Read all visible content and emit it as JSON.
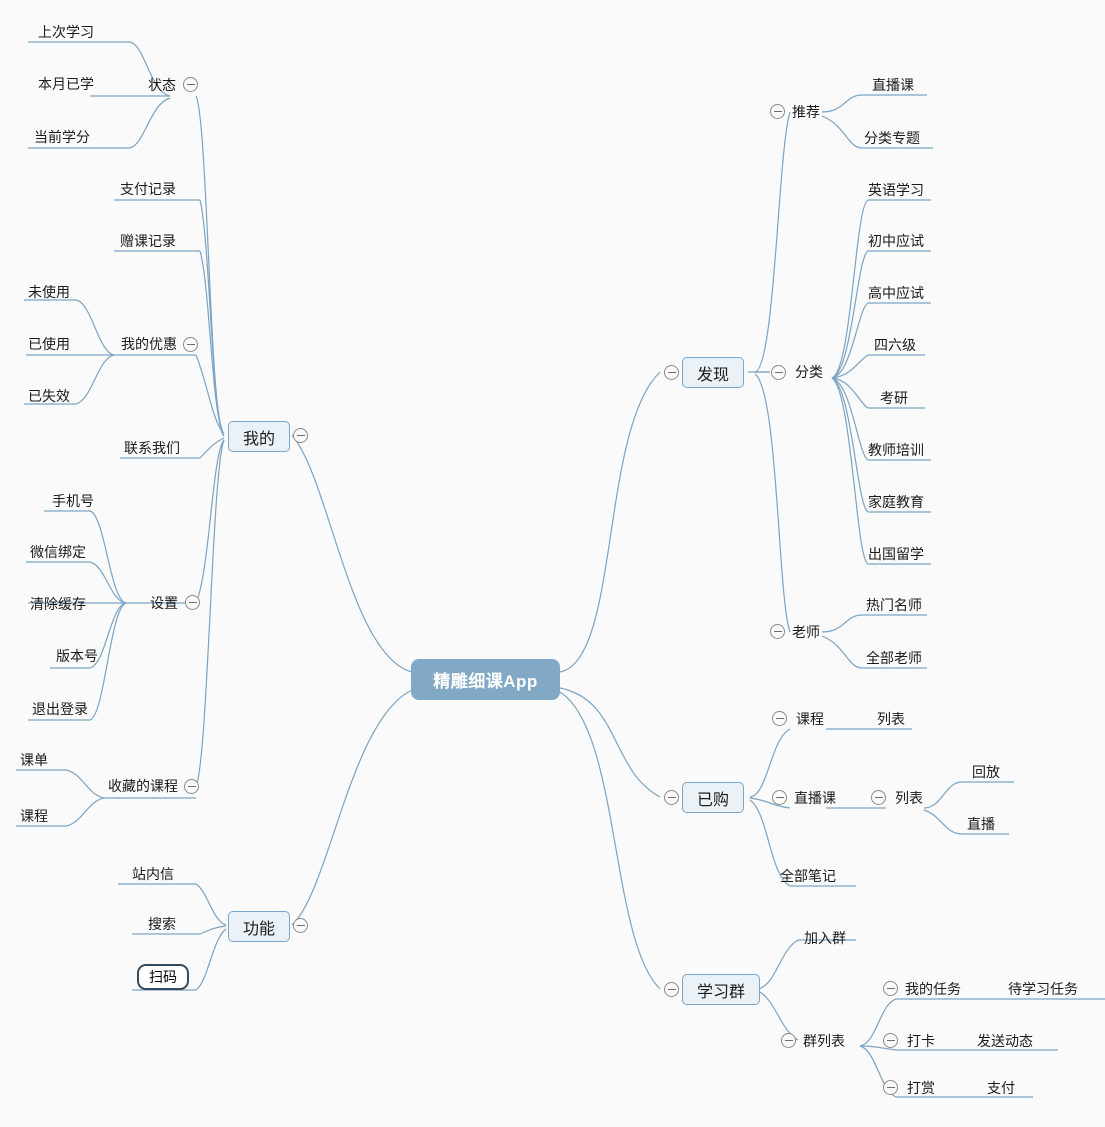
{
  "theme": {
    "background": "#fafafa",
    "root_fill": "#81a9c6",
    "root_text": "#ffffff",
    "branch_fill": "#eaf2f8",
    "branch_border": "#7aa6c9",
    "line_color": "#7ba3c4",
    "selected_border": "#344b5e",
    "text_color": "#1b1b1b"
  },
  "root": {
    "label": "精雕细课App"
  },
  "nodes": {
    "discover": {
      "label": "发现"
    },
    "discover_recommend": {
      "label": "推荐"
    },
    "discover_recommend_live": {
      "label": "直播课"
    },
    "discover_recommend_topic": {
      "label": "分类专题"
    },
    "discover_category": {
      "label": "分类"
    },
    "cat_english": {
      "label": "英语学习"
    },
    "cat_junior": {
      "label": "初中应试"
    },
    "cat_senior": {
      "label": "高中应试"
    },
    "cat_cet": {
      "label": "四六级"
    },
    "cat_postgrad": {
      "label": "考研"
    },
    "cat_teacher_train": {
      "label": "教师培训"
    },
    "cat_family_edu": {
      "label": "家庭教育"
    },
    "cat_abroad": {
      "label": "出国留学"
    },
    "discover_teacher": {
      "label": "老师"
    },
    "teacher_hot": {
      "label": "热门名师"
    },
    "teacher_all": {
      "label": "全部老师"
    },
    "purchased": {
      "label": "已购"
    },
    "purchased_course": {
      "label": "课程"
    },
    "purchased_course_list": {
      "label": "列表"
    },
    "purchased_live": {
      "label": "直播课"
    },
    "purchased_live_list": {
      "label": "列表"
    },
    "live_playback": {
      "label": "回放"
    },
    "live_live": {
      "label": "直播"
    },
    "purchased_notes": {
      "label": "全部笔记"
    },
    "studygroup": {
      "label": "学习群"
    },
    "group_join": {
      "label": "加入群"
    },
    "group_list": {
      "label": "群列表"
    },
    "group_mytask": {
      "label": "我的任务"
    },
    "group_mytask_pending": {
      "label": "待学习任务"
    },
    "group_checkin": {
      "label": "打卡"
    },
    "group_checkin_post": {
      "label": "发送动态"
    },
    "group_reward": {
      "label": "打赏"
    },
    "group_reward_pay": {
      "label": "支付"
    },
    "mine": {
      "label": "我的"
    },
    "mine_status": {
      "label": "状态"
    },
    "status_last": {
      "label": "上次学习"
    },
    "status_month": {
      "label": "本月已学"
    },
    "status_credit": {
      "label": "当前学分"
    },
    "mine_payrecord": {
      "label": "支付记录"
    },
    "mine_giftrecord": {
      "label": "赠课记录"
    },
    "mine_coupon": {
      "label": "我的优惠"
    },
    "coupon_unused": {
      "label": "未使用"
    },
    "coupon_used": {
      "label": "已使用"
    },
    "coupon_expired": {
      "label": "已失效"
    },
    "mine_contact": {
      "label": "联系我们"
    },
    "mine_settings": {
      "label": "设置"
    },
    "set_phone": {
      "label": "手机号"
    },
    "set_wechat": {
      "label": "微信绑定"
    },
    "set_cache": {
      "label": "清除缓存"
    },
    "set_version": {
      "label": "版本号"
    },
    "set_logout": {
      "label": "退出登录"
    },
    "mine_favorites": {
      "label": "收藏的课程"
    },
    "fav_coursepack": {
      "label": "课单"
    },
    "fav_course": {
      "label": "课程"
    },
    "features": {
      "label": "功能"
    },
    "feat_message": {
      "label": "站内信"
    },
    "feat_search": {
      "label": "搜索"
    },
    "feat_scan": {
      "label": "扫码"
    }
  }
}
